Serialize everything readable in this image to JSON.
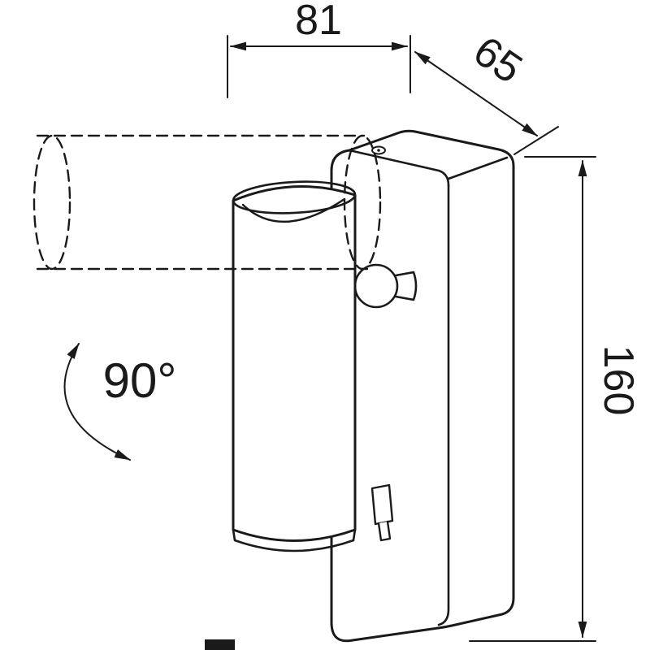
{
  "dimensions": {
    "width": "81",
    "depth": "65",
    "height": "160",
    "rotation": "90°"
  },
  "colors": {
    "line": "#1a1a1a",
    "background": "#ffffff"
  }
}
